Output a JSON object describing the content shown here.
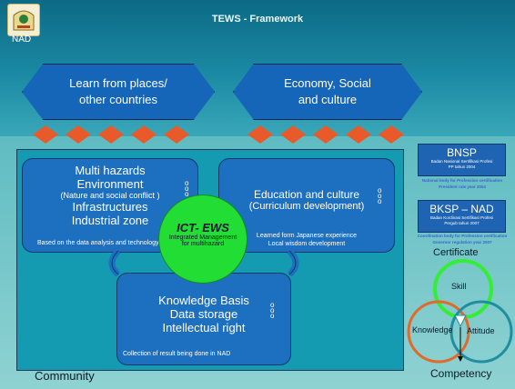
{
  "header": {
    "title": "TEWS - Framework",
    "nad_label": "NAD"
  },
  "top_boxes": [
    {
      "line1": "Learn from places/",
      "line2": "other countries"
    },
    {
      "line1": "Economy, Social",
      "line2": "and culture"
    }
  ],
  "hazards_box": {
    "line1": "Multi hazards",
    "line2": "Environment",
    "line3": "(Nature and social conflict )",
    "line4": "Infrastructures",
    "line5": "Industrial zone",
    "note": "Based on the data analysis and technology"
  },
  "education_box": {
    "line1": "Education and culture",
    "line2": "(Curriculum development)",
    "note1": "Learned form Japanese experience",
    "note2": "Local wisdom development"
  },
  "knowledge_box": {
    "line1": "Knowledge Basis",
    "line2": "Data storage",
    "line3": "Intellectual right",
    "note": "Collection of result being done in NAD"
  },
  "center_circle": {
    "title": "ICT- EWS",
    "sub1": "Integrated Management",
    "sub2": "for multihazard"
  },
  "community_label": "Community",
  "right_panel": {
    "bnsp": {
      "title": "BNSP",
      "sub1": "Badan Nasional Sertifikasi Profesi",
      "sub2": "PP tahun 2004"
    },
    "bnsp_note1": "National body for Profession certification",
    "bnsp_note2": "President rule year 2004",
    "bksp": {
      "title": "BKSP – NAD",
      "sub1": "Badan Kordinasi Sertifikasi Profesi",
      "sub2": "Pergub tahun 2007"
    },
    "bksp_note1": "Coordination body for Profession certification",
    "bksp_note2": "Governor regulation year 2007",
    "certificate_label": "Certificate",
    "venn": {
      "skill": "Skill",
      "knowledge": "Knowledge",
      "attitude": "Attitude"
    },
    "competency_label": "Competency"
  },
  "colors": {
    "top_bg": "#0d6a86",
    "bottom_bg": "#8fd2d2",
    "box_blue": "#1d6fbf",
    "arrow_orange": "#e85a2a",
    "circle_green": "#22dd33",
    "skill_ring": "#33ee33",
    "knowledge_ring": "#e06a2a",
    "attitude_ring": "#1f8fa0"
  }
}
